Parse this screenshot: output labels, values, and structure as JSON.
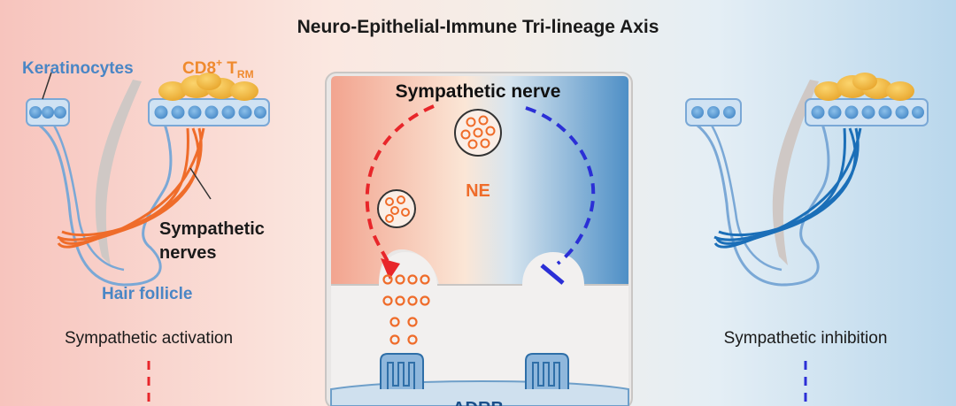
{
  "title": "Neuro-Epithelial-Immune Tri-lineage Axis",
  "left_panel": {
    "keratinocytes_label": "Keratinocytes",
    "trm_label_main": "CD8",
    "trm_label_sup": "+",
    "trm_label_T": " T",
    "trm_label_sub": "RM",
    "nerves_label_line1": "Sympathetic",
    "nerves_label_line2": "nerves",
    "hair_follicle_label": "Hair follicle",
    "caption": "Sympathetic activation"
  },
  "center_panel": {
    "nerve_label": "Sympathetic nerve",
    "ne_label": "NE",
    "bottom_label_partial": "ADRB"
  },
  "right_panel": {
    "caption": "Sympathetic inhibition"
  },
  "colors": {
    "activation": "#e8262a",
    "inhibition": "#2b2fd6",
    "keratinocyte": "#5b9bd5",
    "trm": "#f2b53a",
    "ne_orange": "#ef6c2a",
    "nerve_blue": "#1b6fb8",
    "label_blue": "#4a86c5"
  }
}
